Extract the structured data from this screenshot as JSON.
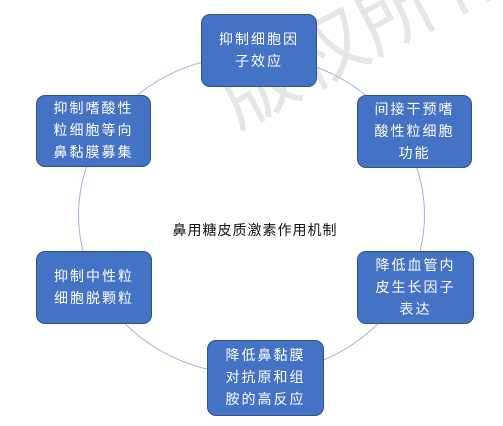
{
  "watermark": "版权所有",
  "diagram": {
    "center_label": "鼻用糖皮质激素作用机制",
    "nodes": [
      {
        "label": "抑制细胞因\n子效应"
      },
      {
        "label": "间接干预嗜\n酸性粒细胞\n功能"
      },
      {
        "label": "降低血管内\n皮生长因子\n表达"
      },
      {
        "label": "降低鼻黏膜\n对抗原和组\n胺的高反应"
      },
      {
        "label": "抑制中性粒\n细胞脱颗粒"
      },
      {
        "label": "抑制嗜酸性\n粒细胞等向\n鼻黏膜募集"
      }
    ],
    "colors": {
      "node_fill": "#4472c4",
      "node_text": "#ffffff",
      "ring": "#9fb5d8"
    }
  }
}
